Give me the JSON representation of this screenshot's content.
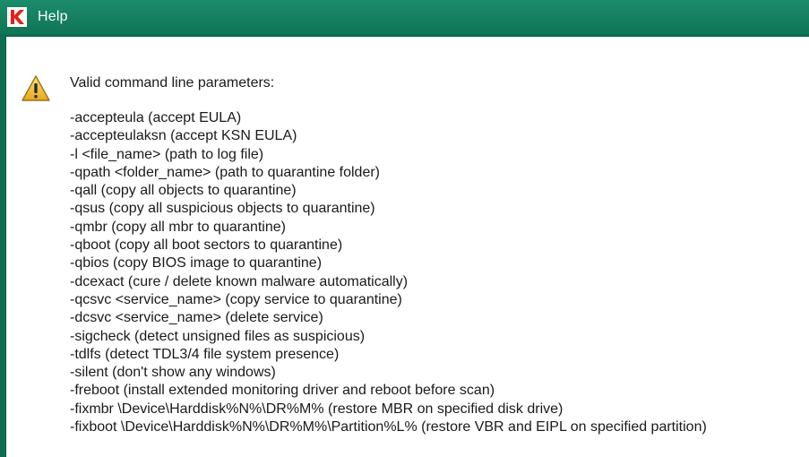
{
  "window": {
    "title": "Help",
    "app_icon": "kaspersky-k-icon"
  },
  "message": {
    "icon": "warning-icon",
    "heading": "Valid command line parameters:",
    "parameters": [
      "-accepteula (accept EULA)",
      "-accepteulaksn (accept KSN EULA)",
      "-l <file_name> (path to log file)",
      "-qpath <folder_name> (path to quarantine folder)",
      "-qall (copy all objects to quarantine)",
      "-qsus (copy all suspicious objects to quarantine)",
      "-qmbr (copy all mbr to quarantine)",
      "-qboot (copy all boot sectors to quarantine)",
      "-qbios (copy BIOS image to quarantine)",
      "-dcexact (cure / delete known malware automatically)",
      "-qcsvc <service_name> (copy service to quarantine)",
      "-dcsvc <service_name> (delete service)",
      "-sigcheck (detect unsigned files as suspicious)",
      "-tdlfs (detect TDL3/4 file system presence)",
      "-silent (don't show any windows)",
      "-freboot (install extended monitoring driver and reboot before scan)",
      "-fixmbr \\Device\\Harddisk%N%\\DR%M% (restore MBR on specified disk drive)",
      "-fixboot \\Device\\Harddisk%N%\\DR%M%\\Partition%L% (restore VBR and EIPL on specified partition)"
    ]
  },
  "colors": {
    "titlebar": "#0f7556",
    "accent": "#e2231a",
    "text": "#1a1a1a",
    "warning": "#f2c230"
  }
}
